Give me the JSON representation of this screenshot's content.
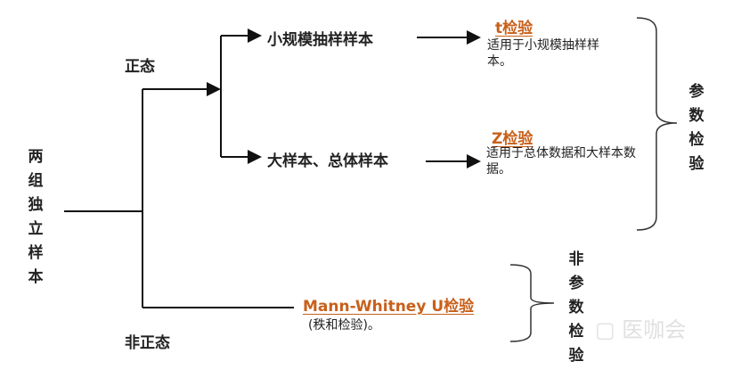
{
  "root": "两组独立样本",
  "branches": {
    "normal": "正态",
    "nonnormal": "非正态"
  },
  "normal_items": [
    {
      "label": "小规模抽样样本",
      "test": "t检验",
      "desc": "适用于小规模抽样样本。"
    },
    {
      "label": "大样本、总体样本",
      "test": "Z检验",
      "desc": "适用于总体数据和大样本数据。"
    }
  ],
  "nonnormal_item": {
    "test": "Mann-Whitney U检验",
    "desc": "(秩和检验)。"
  },
  "groups": {
    "parametric": "参数检验",
    "nonparametric": "非参数检验"
  },
  "watermark": "医咖会",
  "colors": {
    "accent": "#c8601a"
  }
}
